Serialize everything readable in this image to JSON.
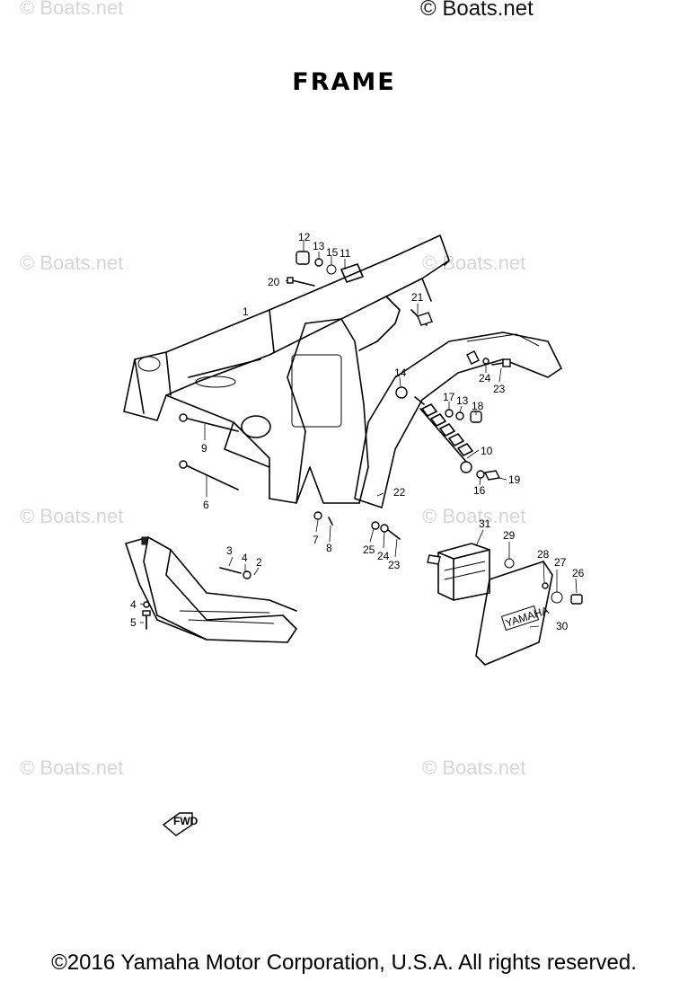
{
  "header": {
    "watermark_top": "© Boats.net",
    "title": "FRAME"
  },
  "watermarks": [
    "© Boats.net",
    "© Boats.net",
    "© Boats.net",
    "© Boats.net",
    "© Boats.net",
    "© Boats.net",
    "© Boats.net"
  ],
  "fwd_mark": "FWD",
  "plate_text": "YAMAHA",
  "callouts": [
    "1",
    "2",
    "3",
    "4",
    "4",
    "5",
    "6",
    "7",
    "8",
    "9",
    "10",
    "11",
    "12",
    "13",
    "13",
    "14",
    "15",
    "16",
    "17",
    "18",
    "19",
    "20",
    "21",
    "22",
    "23",
    "23",
    "24",
    "24",
    "25",
    "26",
    "27",
    "28",
    "29",
    "30",
    "31"
  ],
  "footer": {
    "copyright": "©2016 Yamaha Motor Corporation, U.S.A. All rights reserved."
  }
}
